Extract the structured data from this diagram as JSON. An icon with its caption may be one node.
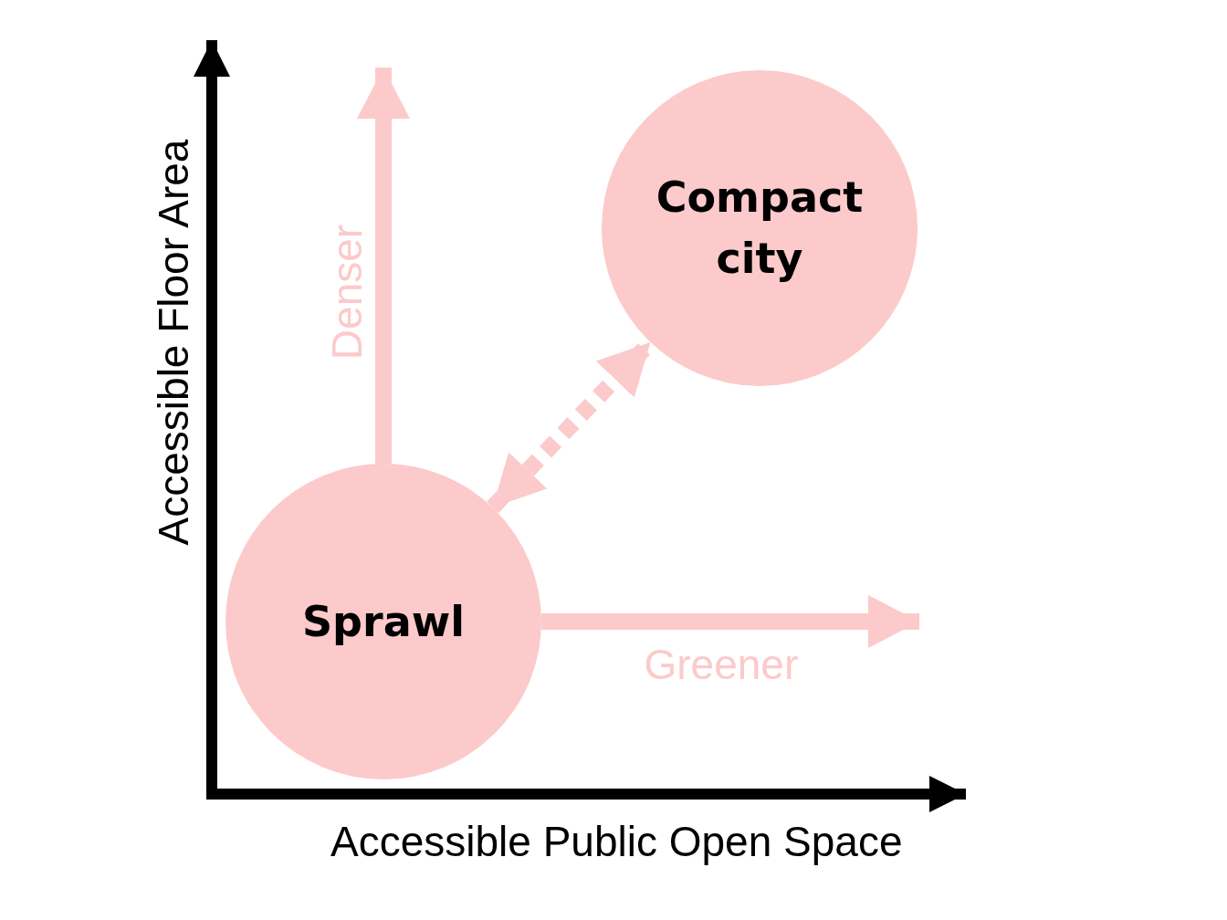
{
  "diagram": {
    "nodes": [
      {
        "text": [
          "Compact city"
        ]
      },
      {
        "text": [
          "Sprawl"
        ]
      }
    ],
    "edges": [
      {
        "from": 1,
        "to": 0,
        "arrow": "both",
        "style": "dashed"
      },
      {
        "from": 1,
        "to": null,
        "arrow": "to",
        "label": "Denser"
      },
      {
        "from": 1,
        "to": null,
        "arrow": "to",
        "label": "Greener"
      }
    ],
    "labels": [
      "Accessible Floor Area",
      "Accessible Public Open Space"
    ]
  }
}
